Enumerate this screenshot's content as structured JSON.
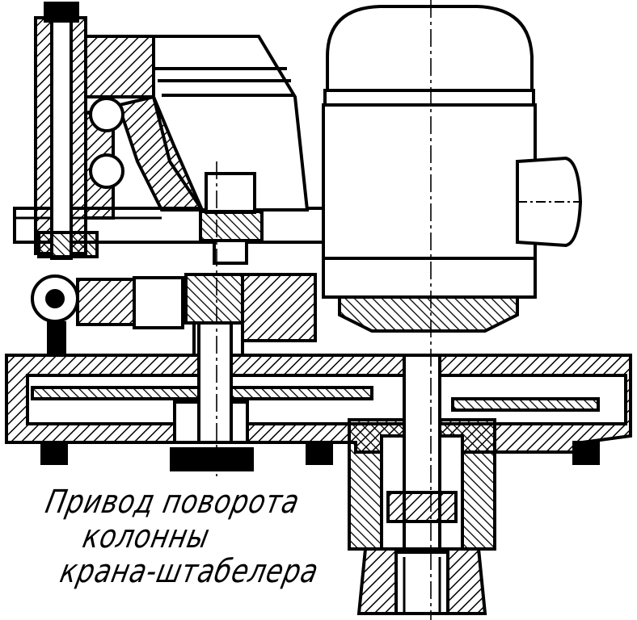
{
  "caption": {
    "line1": "Привод поворота",
    "line2": "колонны",
    "line3": "крана-штабелера"
  },
  "colors": {
    "ink": "#000000",
    "paper": "#ffffff"
  }
}
